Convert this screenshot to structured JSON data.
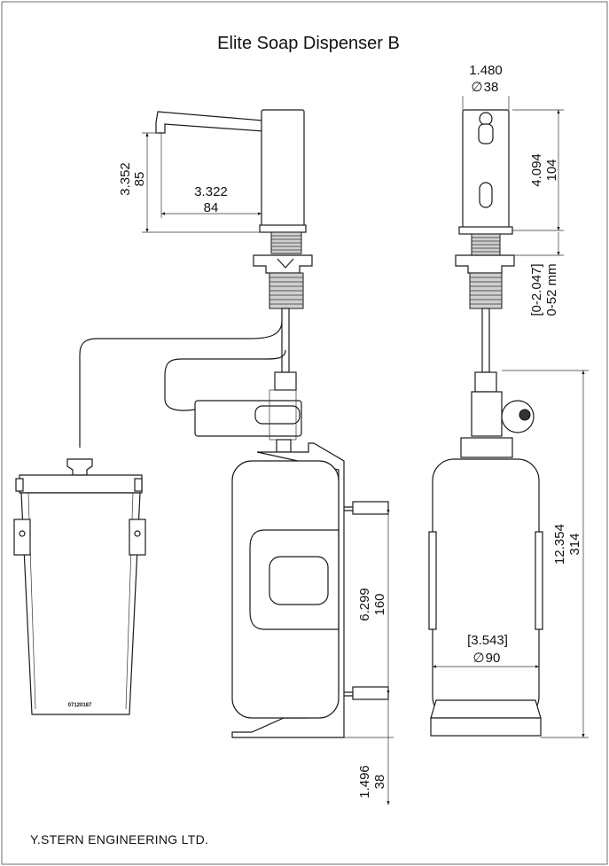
{
  "title": "Elite Soap Dispenser B",
  "company": "Y.STERN ENGINEERING LTD.",
  "part_number": "07120187",
  "dimensions": {
    "spout_height": {
      "inch": "3.352",
      "mm": "85"
    },
    "spout_reach": {
      "inch": "3.322",
      "mm": "84"
    },
    "body_diameter": {
      "inch": "1.480",
      "mm": "38",
      "symbol": "∅"
    },
    "body_height": {
      "inch": "4.094",
      "mm": "104"
    },
    "deck_range": {
      "inch": "[0-2.047]",
      "mm": "0-52 mm"
    },
    "bottle_total_height": {
      "inch": "12.354",
      "mm": "314"
    },
    "bracket_spacing": {
      "inch": "6.299",
      "mm": "160"
    },
    "bottle_diameter": {
      "inch": "[3.543]",
      "mm": "90",
      "symbol": "∅"
    },
    "bottom_clearance": {
      "inch": "1.496",
      "mm": "38"
    }
  }
}
